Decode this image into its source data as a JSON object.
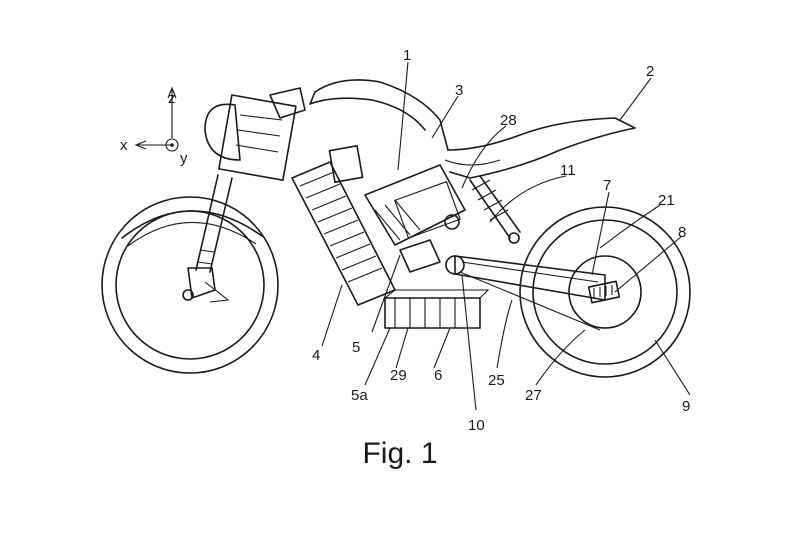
{
  "caption": "Fig. 1",
  "axes": {
    "x": "x",
    "y": "y",
    "z": "z"
  },
  "reference_numerals": {
    "n1": "1",
    "n2": "2",
    "n3": "3",
    "n4": "4",
    "n5": "5",
    "n5a": "5a",
    "n6": "6",
    "n7": "7",
    "n8": "8",
    "n9": "9",
    "n10": "10",
    "n11": "11",
    "n21": "21",
    "n25": "25",
    "n27": "27",
    "n28": "28",
    "n29": "29"
  }
}
